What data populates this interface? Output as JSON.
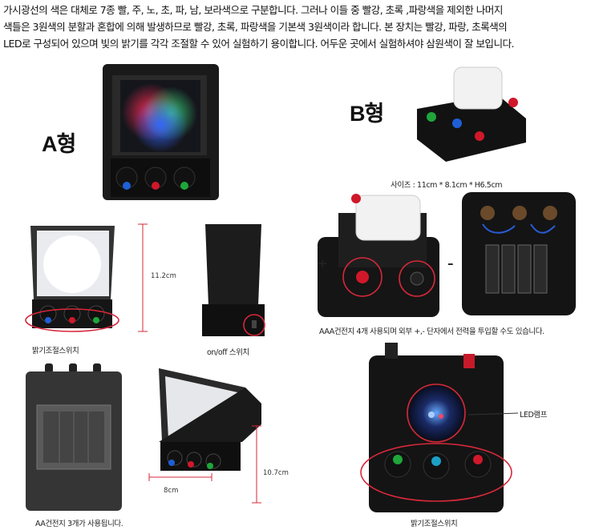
{
  "intro_lines": [
    "가시광선의 색은 대체로 7종 빨, 주, 노, 초, 파, 남, 보라색으로 구분합니다. 그러나 이들 중 빨강, 초록 ,파랑색을 제외한 나머지",
    "색들은 3원색의 분할과 혼합에 의해 발생하므로 빨강, 초록, 파랑색을 기본색 3원색이라 합니다. 본 장치는 빨강, 파랑, 초록색의",
    "LED로 구성되어 있으며 빛의 밝기를 각각 조절할 수 있어 실험하기 용이합니다. 어두운 곳에서 실험하셔야 삼원색이 잘 보입니다."
  ],
  "type_a_label": "A형",
  "type_b_label": "B형",
  "size_label": "사이즈 : 11cm * 8.1cm * H6.5cm",
  "height_a": "11.2cm",
  "switch_label": "on/off 스위치",
  "brightness_label_a": "밝기조절스위치",
  "plus_sign": "+",
  "minus_sign": "–",
  "aaa_note": "AAA건전지 4개 사용되며 외부 +,- 단자에서 전력을 투입할 수도 있습니다.",
  "aa_note": "AA건전지 3개가 사용됩니다.",
  "width_a": "8cm",
  "height_a2": "10.7cm",
  "led_label": "LED램프",
  "brightness_label_b": "밝기조절스위치",
  "colors": {
    "red": "#d0182a",
    "green": "#1fa63a",
    "blue": "#1f5fd6",
    "circle": "#d6283a"
  }
}
